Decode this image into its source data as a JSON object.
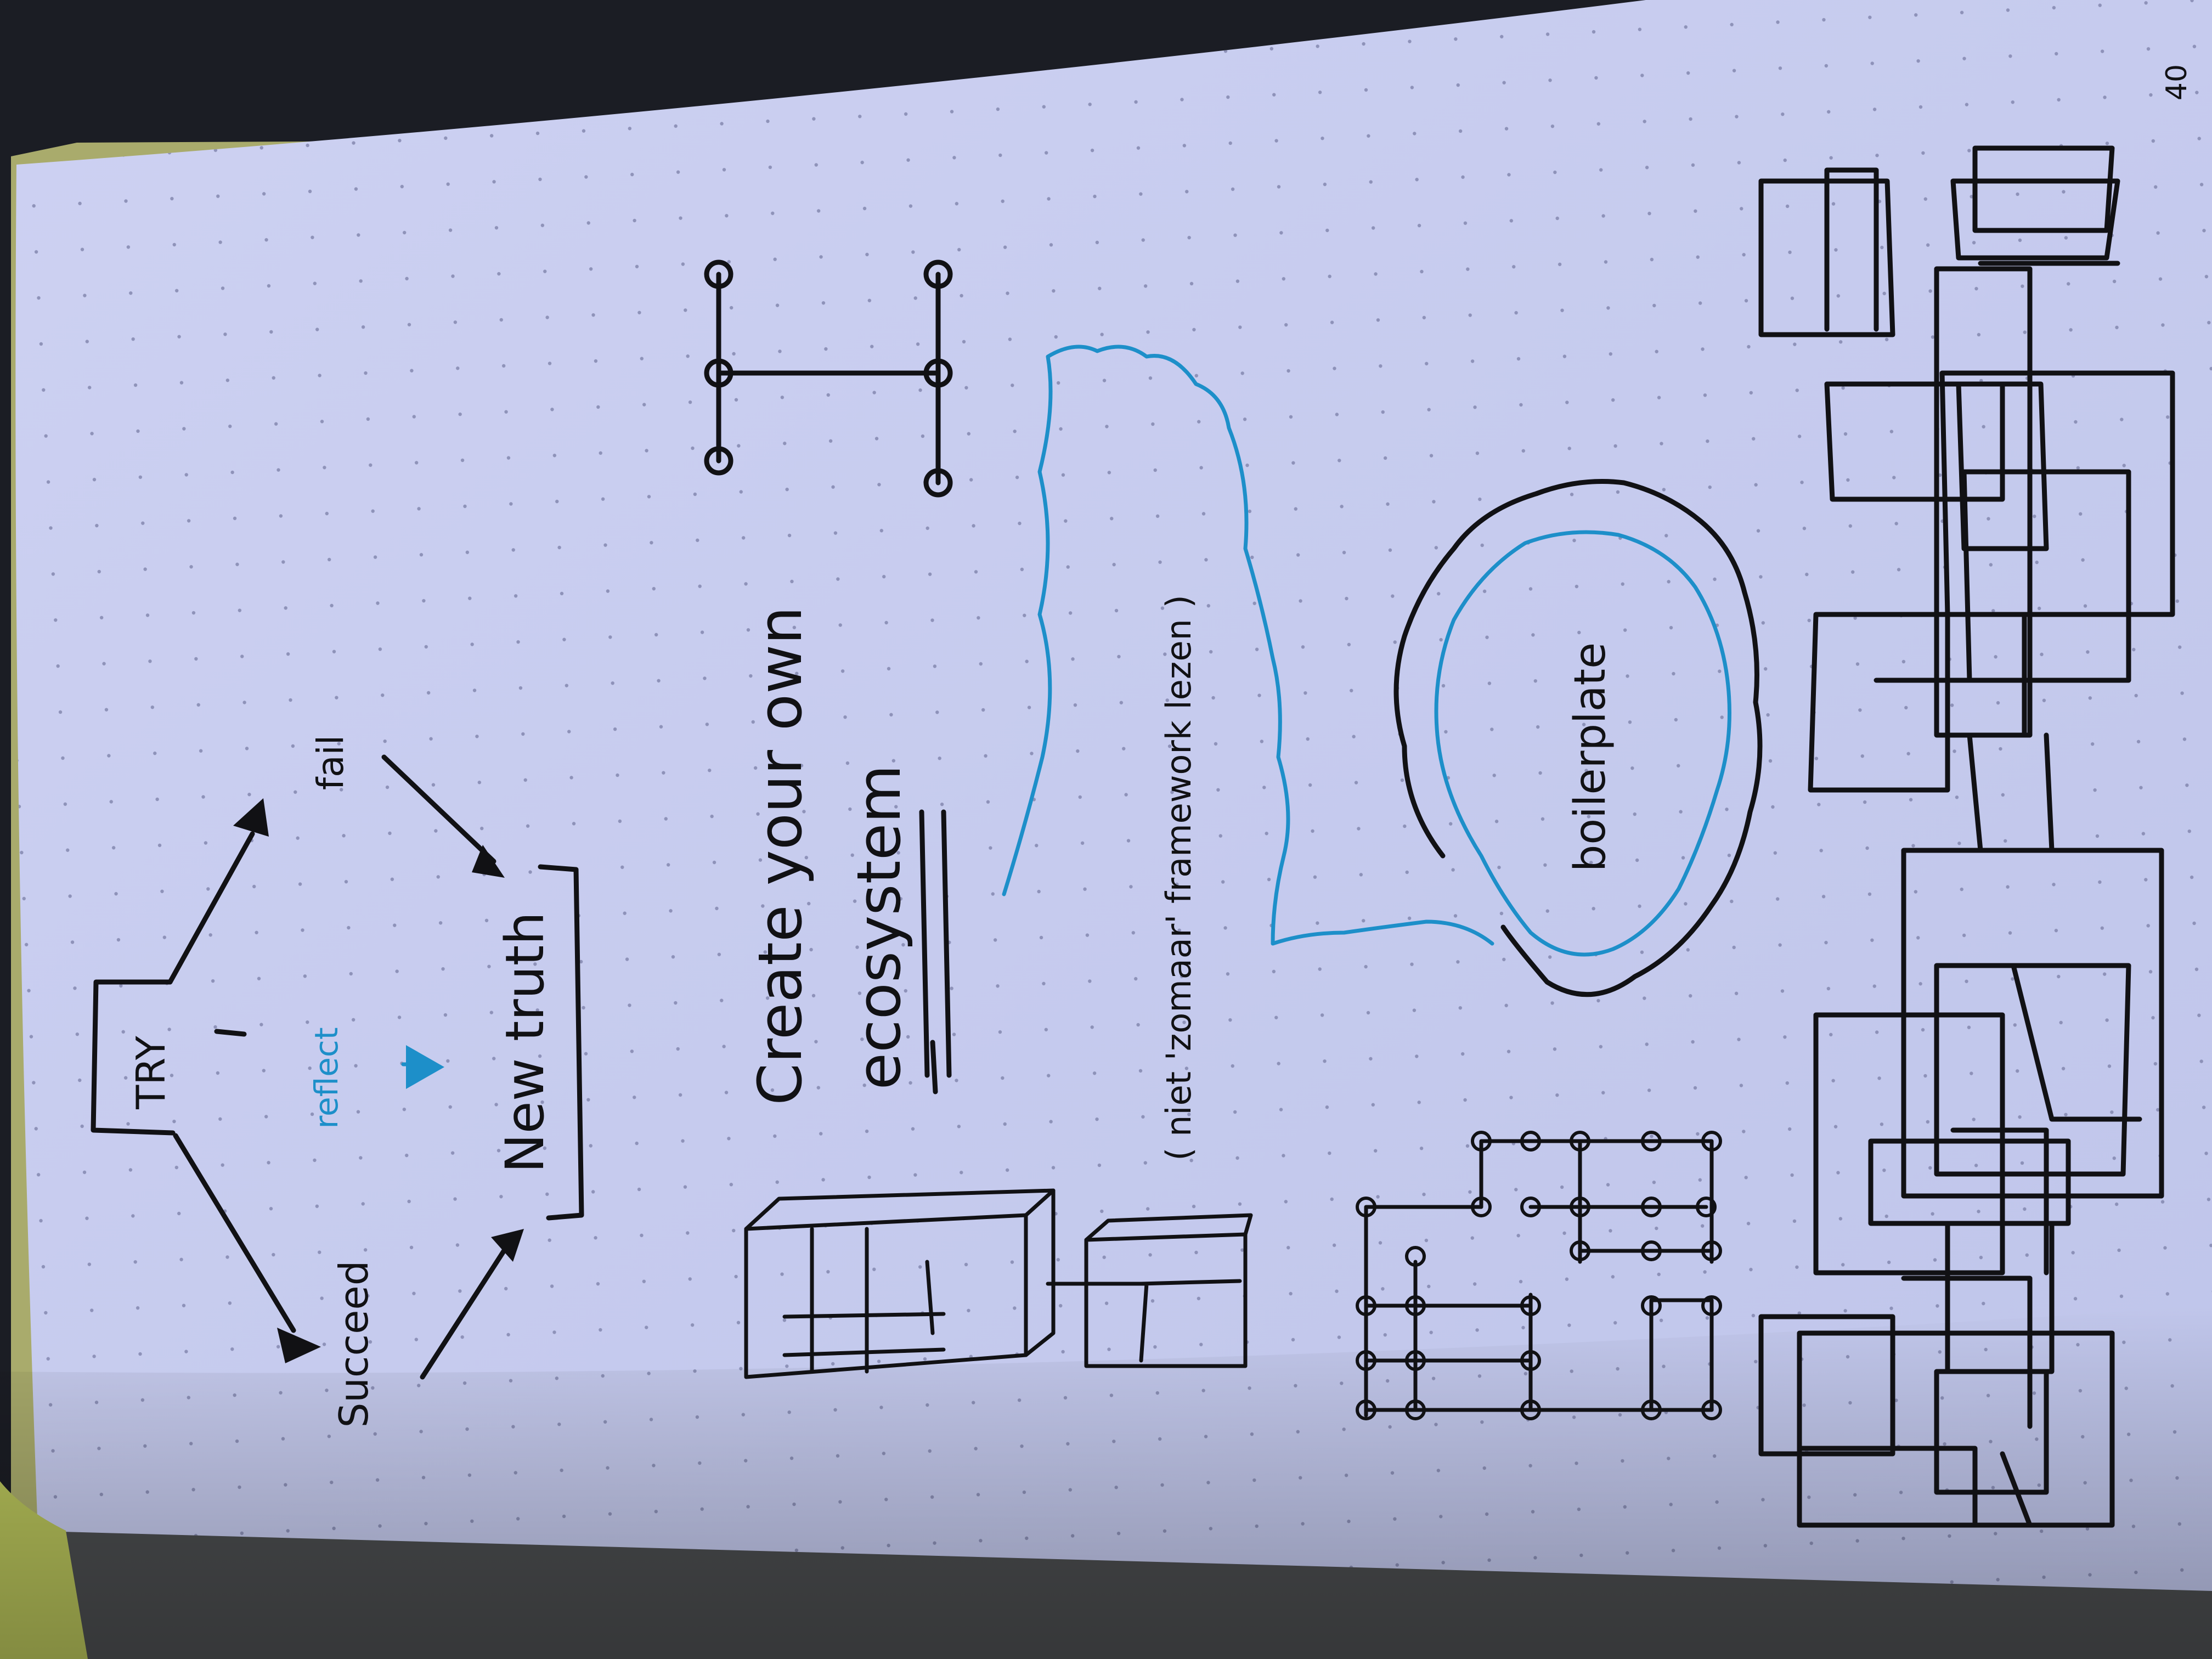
{
  "notebook": {
    "page_number": "40"
  },
  "cycle_diagram": {
    "start_label": "TRY",
    "reflect_label": "reflect",
    "success_label": "Succeed",
    "fail_label": "fail",
    "result_label": "New truth"
  },
  "ecosystem": {
    "heading_line_1": "Create your own",
    "heading_line_2": "ecosystem",
    "note": "( niet 'zomaar' framework lezen )"
  },
  "cloud": {
    "label": "boilerplate"
  },
  "colors": {
    "paper": "#c8cdee",
    "ink": "#111114",
    "blue_pen": "#1d8fc9",
    "cover": "#1b1d24",
    "page_edge": "#a9ab6c"
  }
}
